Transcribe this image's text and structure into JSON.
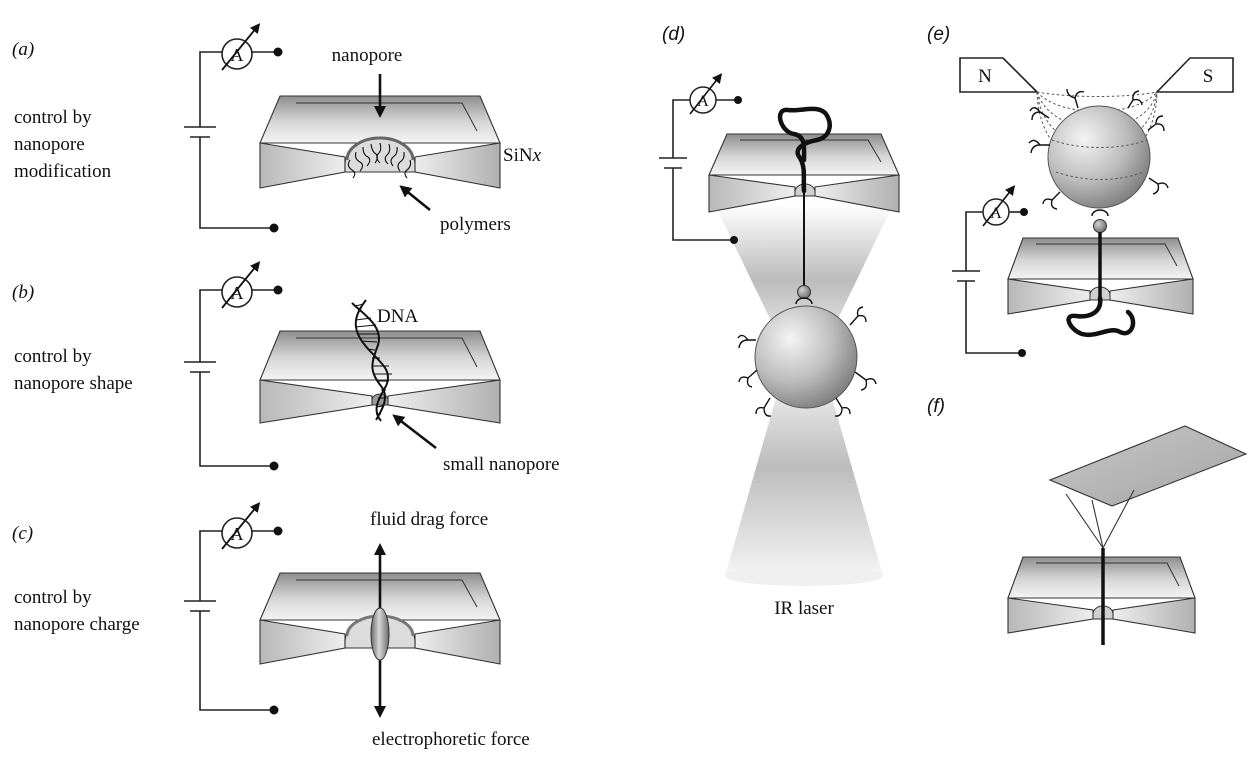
{
  "panels": {
    "a": {
      "letter": "a",
      "caption_lines": [
        "control by",
        "nanopore",
        "modification"
      ]
    },
    "b": {
      "letter": "b",
      "caption_lines": [
        "control by",
        "nanopore shape"
      ]
    },
    "c": {
      "letter": "c",
      "caption_lines": [
        "control by",
        "nanopore charge"
      ]
    },
    "d": {
      "letter": "d"
    },
    "e": {
      "letter": "e"
    },
    "f": {
      "letter": "f"
    }
  },
  "labels": {
    "ammeter": "A",
    "nanopore": "nanopore",
    "polymers": "polymers",
    "sinx_main": "SiN",
    "sinx_sub": "x",
    "dna": "DNA",
    "small_nanopore": "small nanopore",
    "fluid_drag_force": "fluid drag force",
    "electrophoretic_force": "electrophoretic force",
    "ir_laser": "IR laser",
    "magnet_north": "N",
    "magnet_south": "S"
  },
  "colors": {
    "ink": "#111111",
    "membrane_light": "#f2f2f2",
    "membrane_dark": "#a9a9a9",
    "background": "#ffffff"
  }
}
